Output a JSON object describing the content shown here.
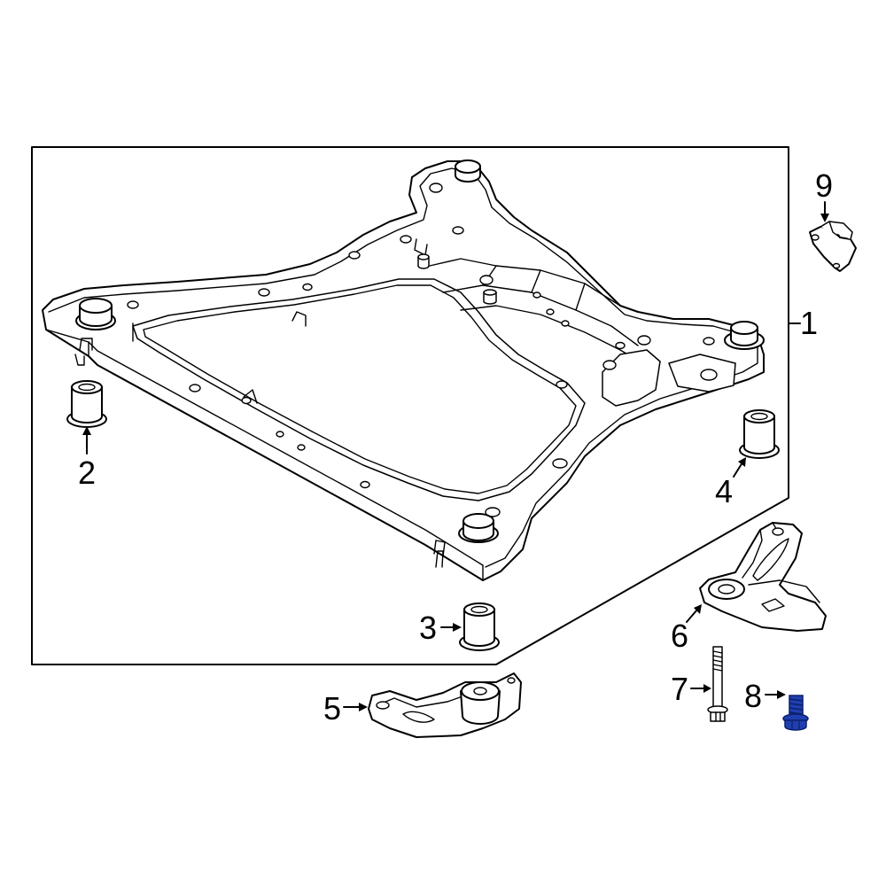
{
  "callouts": [
    {
      "id": "1",
      "label": "1"
    },
    {
      "id": "2",
      "label": "2"
    },
    {
      "id": "3",
      "label": "3"
    },
    {
      "id": "4",
      "label": "4"
    },
    {
      "id": "5",
      "label": "5"
    },
    {
      "id": "6",
      "label": "6"
    },
    {
      "id": "7",
      "label": "7"
    },
    {
      "id": "8",
      "label": "8"
    },
    {
      "id": "9",
      "label": "9"
    }
  ],
  "colors": {
    "line": "#000000",
    "background": "#ffffff",
    "highlight_part": "#1f3fb0",
    "highlight_dark": "#0d1f6b"
  }
}
